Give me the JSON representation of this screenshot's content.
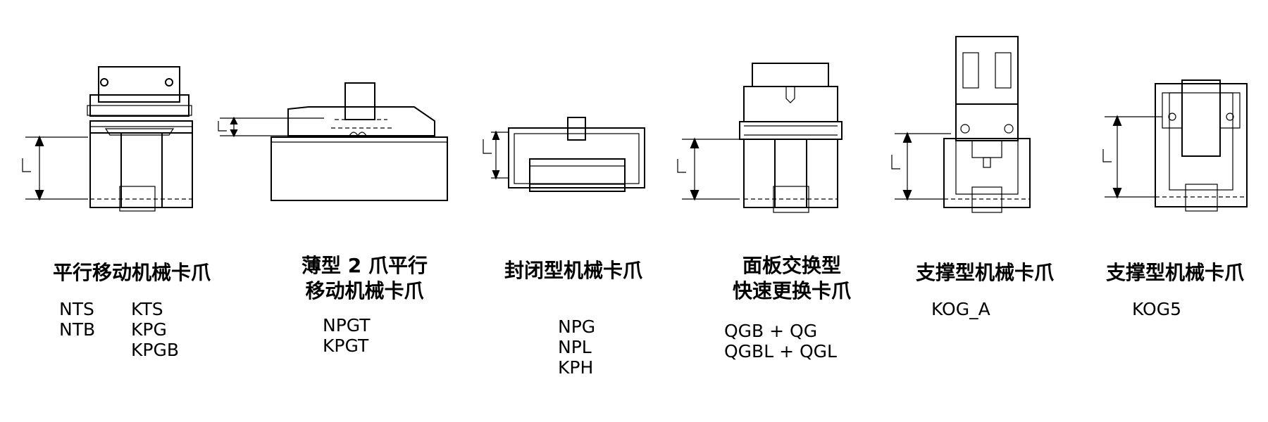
{
  "dimension_label": "L",
  "grippers": [
    {
      "title": [
        "平行移动机械卡爪"
      ],
      "model_columns": [
        [
          "NTS",
          "NTB"
        ],
        [
          "KTS",
          "KPG",
          "KPGB"
        ]
      ]
    },
    {
      "title": [
        "薄型 2 爪平行",
        "移动机械卡爪"
      ],
      "model_columns": [
        [
          "NPGT",
          "KPGT"
        ]
      ]
    },
    {
      "title": [
        "封闭型机械卡爪"
      ],
      "model_columns": [
        [
          "NPG",
          "NPL",
          "KPH"
        ]
      ]
    },
    {
      "title": [
        "面板交换型",
        "快速更换卡爪"
      ],
      "model_columns": [
        [
          "QGB + QG",
          "QGBL + QGL"
        ]
      ]
    },
    {
      "title": [
        "支撑型机械卡爪"
      ],
      "model_columns": [
        [
          "KOG_A"
        ]
      ]
    },
    {
      "title": [
        "支撑型机械卡爪"
      ],
      "model_columns": [
        [
          "KOG5"
        ]
      ]
    }
  ]
}
